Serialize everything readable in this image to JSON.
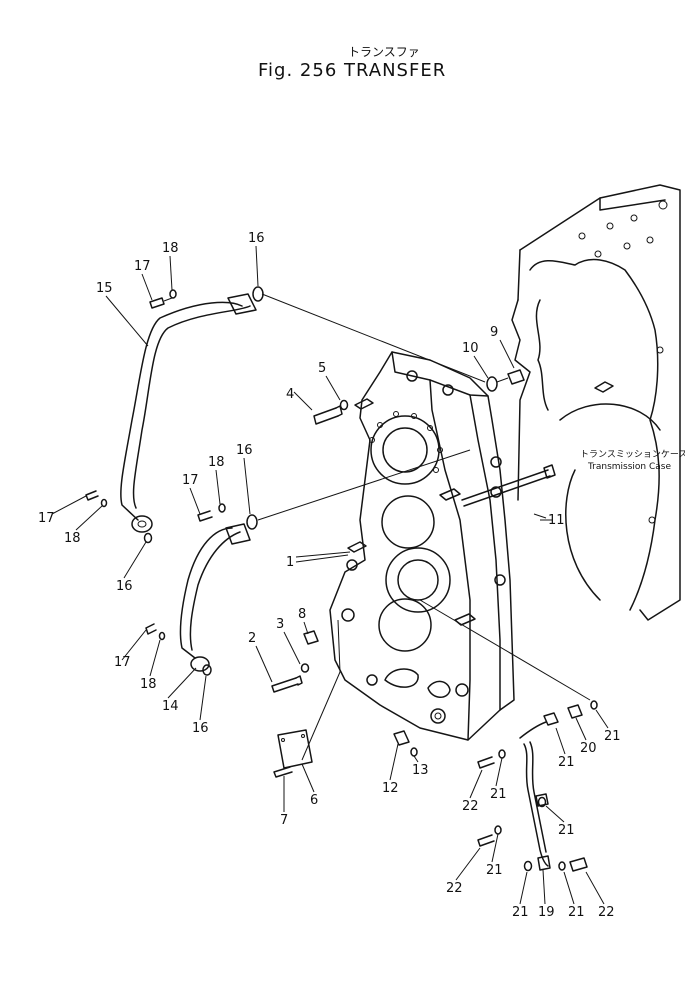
{
  "figure": {
    "title_jp": "トランスファ",
    "title": "Fig. 256  TRANSFER"
  },
  "labels": {
    "transmission_case_jp": "トランスミッションケース",
    "transmission_case_en": "Transmission Case"
  },
  "callouts": {
    "c1": "1",
    "c2": "2",
    "c3": "3",
    "c4": "4",
    "c5": "5",
    "c6": "6",
    "c7": "7",
    "c8": "8",
    "c9": "9",
    "c10": "10",
    "c11": "11",
    "c12": "12",
    "c13": "13",
    "c14": "14",
    "c15": "15",
    "c16": "16",
    "c17": "17",
    "c18": "18",
    "c19": "19",
    "c20": "20",
    "c21": "21",
    "c22": "22"
  }
}
